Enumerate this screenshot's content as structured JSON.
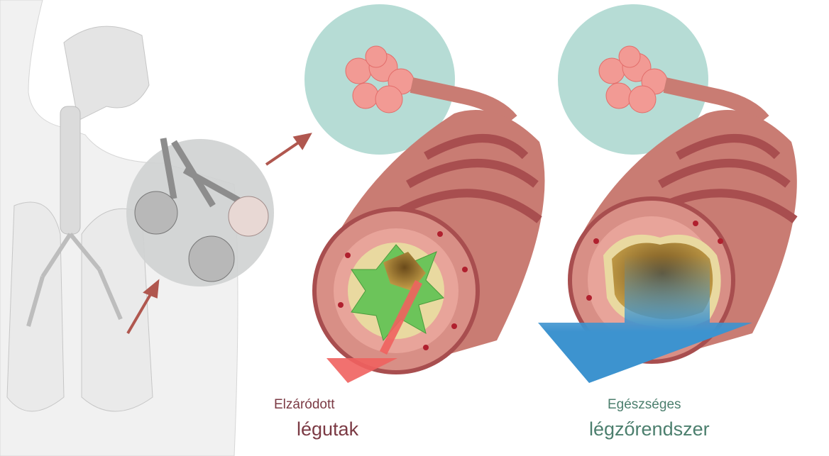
{
  "labels": {
    "blocked_line1": "Elzáródott",
    "blocked_line2": "légutak",
    "healthy_line1": "Egészséges",
    "healthy_line2": "légzőrendszer"
  },
  "colors": {
    "blocked_text": "#7b3a44",
    "healthy_text": "#4c7f6e",
    "teal_circle": "#b6dcd5",
    "airway": "#c97c73",
    "mucus": "#6cc45a",
    "air_arrow_blocked": "#f0625f",
    "air_arrow_healthy": "#3d93cf"
  }
}
